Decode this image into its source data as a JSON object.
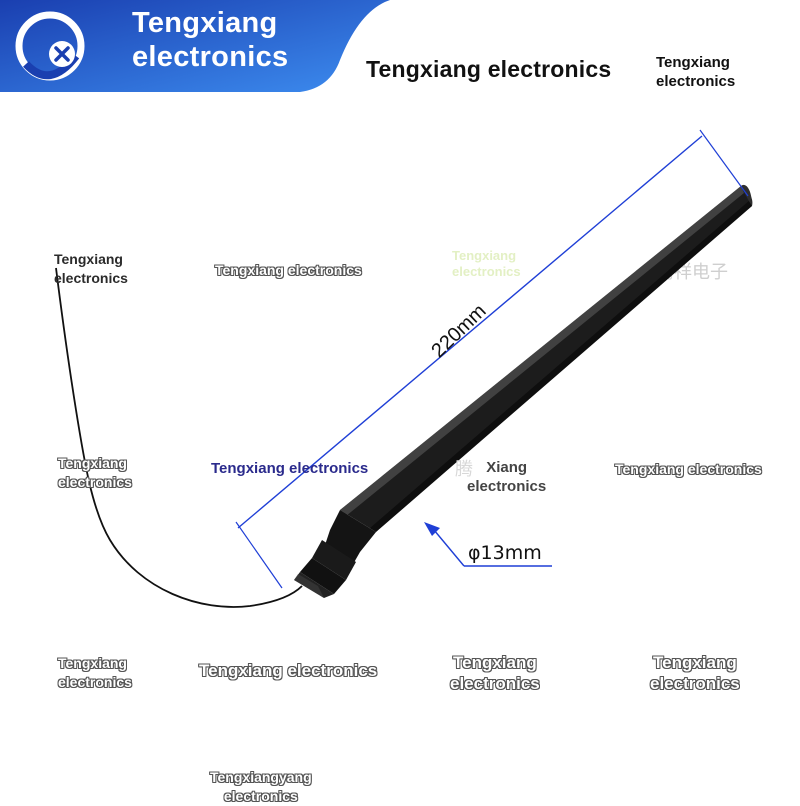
{
  "banner": {
    "logo_icon": "tx-circle-logo",
    "brand_line1": "Tengxiang",
    "brand_line2": "electronics",
    "colors": {
      "gradient_start": "#1a3fb0",
      "gradient_end": "#3d8df0"
    }
  },
  "header": {
    "title": "Tengxiang electronics",
    "corner_line1": "Tengxiang",
    "corner_line2": "electronics"
  },
  "product": {
    "name_icon": "antenna-with-cable",
    "length_label": "220mm",
    "diameter_label": "φ13mm",
    "dimension_color": "#1f3fd6"
  },
  "watermarks": {
    "top_left_line1": "Tengxiang",
    "top_left_line2": "electronics",
    "upper_center": "Tengxiang electronics",
    "faint_cn": "腾祥电子",
    "faint_green_line1": "Tengxiang",
    "faint_green_line2": "electronics",
    "mid_left_line1": "Tengxiang",
    "mid_left_line2": "electronics",
    "mid_blue": "Tengxiang electronics",
    "mid_center_cn": "腾",
    "mid_center_line1": "Xiang",
    "mid_center_line2": "electronics",
    "mid_right": "Tengxiang electronics",
    "low_left_line1": "Tengxiang",
    "low_left_line2": "electronics",
    "low_center": "Tengxiang electronics",
    "low_mid_line1": "Tengxiang",
    "low_mid_line2": "electronics",
    "low_right_line1": "Tengxiang",
    "low_right_line2": "electronics",
    "bottom_line1": "Tengxiangyang",
    "bottom_line2": "electronics"
  }
}
